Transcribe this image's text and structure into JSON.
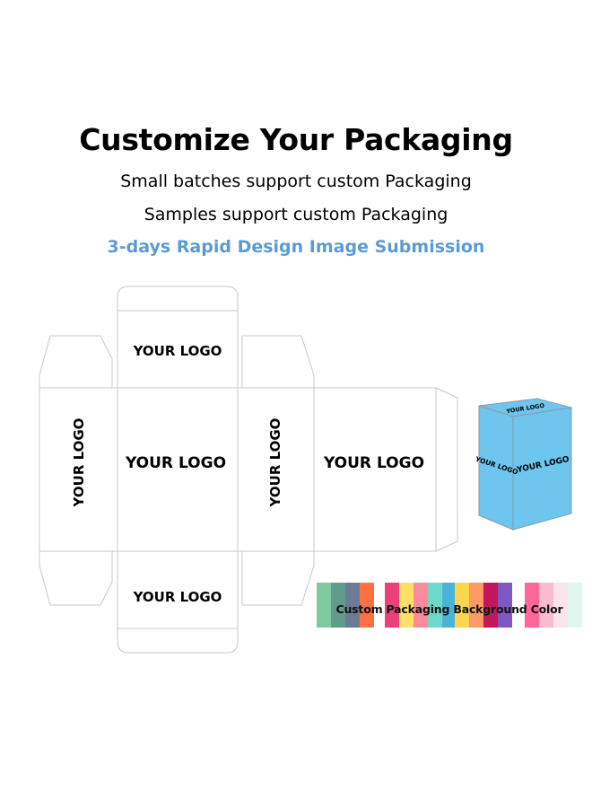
{
  "header": {
    "title": "Customize Your Packaging",
    "line1": "Small batches support custom Packaging",
    "line2": "Samples support custom Packaging",
    "line3": "3-days Rapid Design Image Submission",
    "accent_color": "#5b9bd5"
  },
  "dieline": {
    "logo_top": "YOUR LOGO",
    "logo_left_side": "YOUR LOGO",
    "logo_front": "YOUR LOGO",
    "logo_right_side": "YOUR LOGO",
    "logo_back": "YOUR LOGO",
    "logo_bottom": "YOUR LOGO"
  },
  "box_mockup": {
    "color": "#6ec6ef",
    "logo_top": "YOUR LOGO",
    "logo_side": "YOUR LOGO",
    "logo_front": "YOUR LOGO"
  },
  "swatches": {
    "label": "Custom Packaging Background Color",
    "groups": [
      [
        "#7fc9a0",
        "#5f9c8c",
        "#6c7c94",
        "#ff7043"
      ],
      [
        "#ec407a",
        "#ffe066",
        "#ff8a9a",
        "#6fd9c9",
        "#4cb3d8"
      ],
      [
        "#ffd54f",
        "#ff9966",
        "#c2185b",
        "#7e57c2"
      ],
      [
        "#ff6699",
        "#f8bbd0",
        "#fce4ec",
        "#e0f7ef"
      ]
    ]
  }
}
